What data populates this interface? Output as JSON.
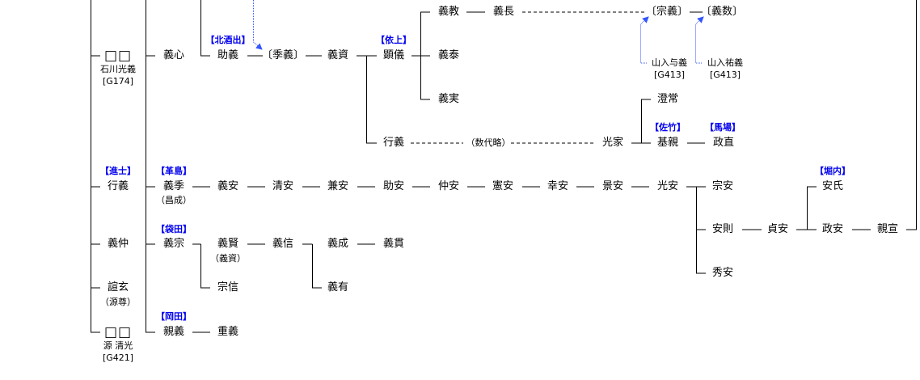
{
  "colors": {
    "line": "#000000",
    "clan": "#0000ee",
    "arrow": "#3355ff"
  },
  "n": {
    "box1": "□□",
    "ishikawa": "石川光義",
    "g174": "[G174]",
    "gishin": "義心",
    "sukeyoshi": "助義",
    "kitasakade": "【北酒出】",
    "sueyoshi": "〔季義〕",
    "yoshisuke": "義資",
    "yorigami": "【依上】",
    "akiyoshi": "顕儀",
    "yoshinori": "義教",
    "yoshinaga": "義長",
    "muneyoshi": "〔宗義〕",
    "yoshikazu": "〔義数〕",
    "yoshiyasu": "義泰",
    "yoshizane": "義実",
    "yamairi1": "山入与義",
    "g413a": "[G413]",
    "yamairi2": "山入祐義",
    "g413b": "[G413]",
    "sumitsune": "澄常",
    "satake": "【佐竹】",
    "motochika": "基親",
    "baba": "【馬場】",
    "masanao": "政直",
    "mitsuie": "光家",
    "yukiyoshi2": "行義",
    "omit": "（数代略）",
    "shinshi": "【進士】",
    "yukiyoshi": "行義",
    "kawashima": "【革島】",
    "yoshisue": "義季",
    "masanari": "（昌成）",
    "r1": [
      "義安",
      "清安",
      "兼安",
      "助安",
      "仲安",
      "憲安",
      "幸安",
      "景安",
      "光安",
      "宗安"
    ],
    "horiuchi": "【堀内】",
    "yasuuji": "安氏",
    "yasunori": "安則",
    "sadayasu": "貞安",
    "masayasu": "政安",
    "chikanobu": "親宣",
    "hideyasu": "秀安",
    "yoshinaka": "義仲",
    "fukuroda": "【袋田】",
    "yoshimune": "義宗",
    "yoshikata": "義賢",
    "yoshisuke2": "（義資）",
    "yoshinobu": "義信",
    "yoshinari": "義成",
    "yoshitsura": "義貫",
    "munenobu": "宗信",
    "yoshiari": "義有",
    "shogen": "諠玄",
    "genson": "（源尊）",
    "box2": "□□",
    "kiyomitsu": "源 清光",
    "g421": "[G421]",
    "okada": "【岡田】",
    "chikayoshi": "親義",
    "shigeyoshi": "重義"
  }
}
